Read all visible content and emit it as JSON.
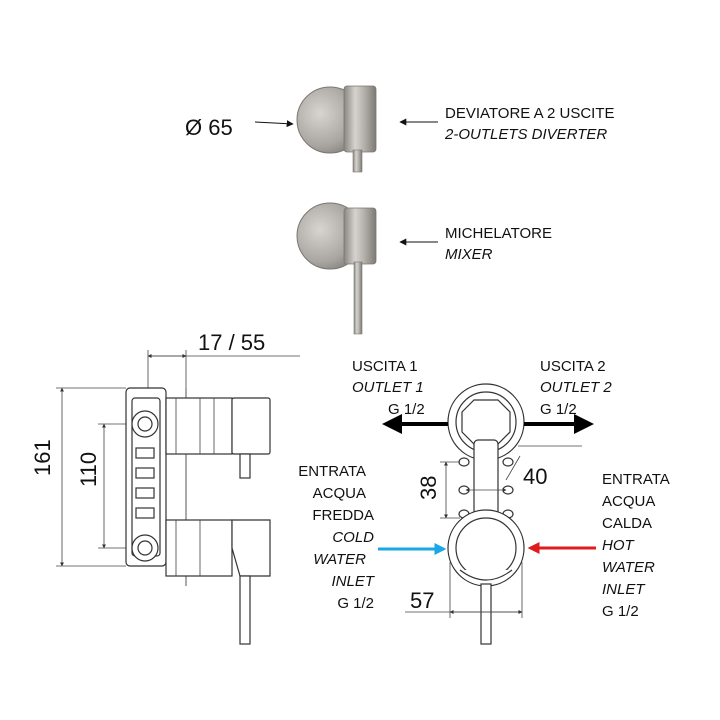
{
  "top": {
    "diameter_label": "Ø 65",
    "diverter_it": "DEVIATORE A 2 USCITE",
    "diverter_en": "2-OUTLETS DIVERTER",
    "mixer_it": "MICHELATORE",
    "mixer_en": "MIXER"
  },
  "side_view": {
    "dim_top": "17 / 55",
    "dim_height": "161",
    "dim_inner": "110"
  },
  "front_view": {
    "outlet1_it": "USCITA 1",
    "outlet1_en": "OUTLET 1",
    "outlet1_size": "G 1/2",
    "outlet2_it": "USCITA 2",
    "outlet2_en": "OUTLET 2",
    "outlet2_size": "G 1/2",
    "dim_38": "38",
    "dim_40": "40",
    "dim_57": "57",
    "cold_lines": [
      "ENTRATA",
      "ACQUA",
      "FREDDA"
    ],
    "cold_en": [
      "COLD",
      "WATER",
      "INLET"
    ],
    "cold_size": "G 1/2",
    "hot_lines": [
      "ENTRATA",
      "ACQUA",
      "CALDA"
    ],
    "hot_en": [
      "HOT",
      "WATER",
      "INLET"
    ],
    "hot_size": "G 1/2",
    "cold_color": "#1aa7e6",
    "hot_color": "#e01b1b"
  }
}
